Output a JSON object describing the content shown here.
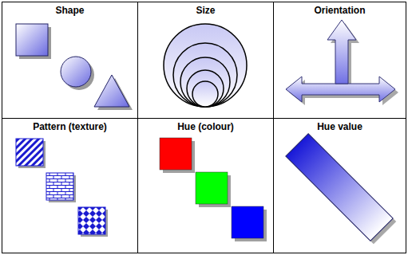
{
  "diagram": {
    "nodes": [
      {
        "text": [
          "Shape"
        ]
      },
      {
        "text": [
          "Size"
        ]
      },
      {
        "text": [
          "Orientation"
        ]
      },
      {
        "text": [
          "Pattern (texture)"
        ]
      },
      {
        "text": [
          "Hue (colour)"
        ]
      },
      {
        "text": [
          "Hue value"
        ]
      }
    ]
  }
}
